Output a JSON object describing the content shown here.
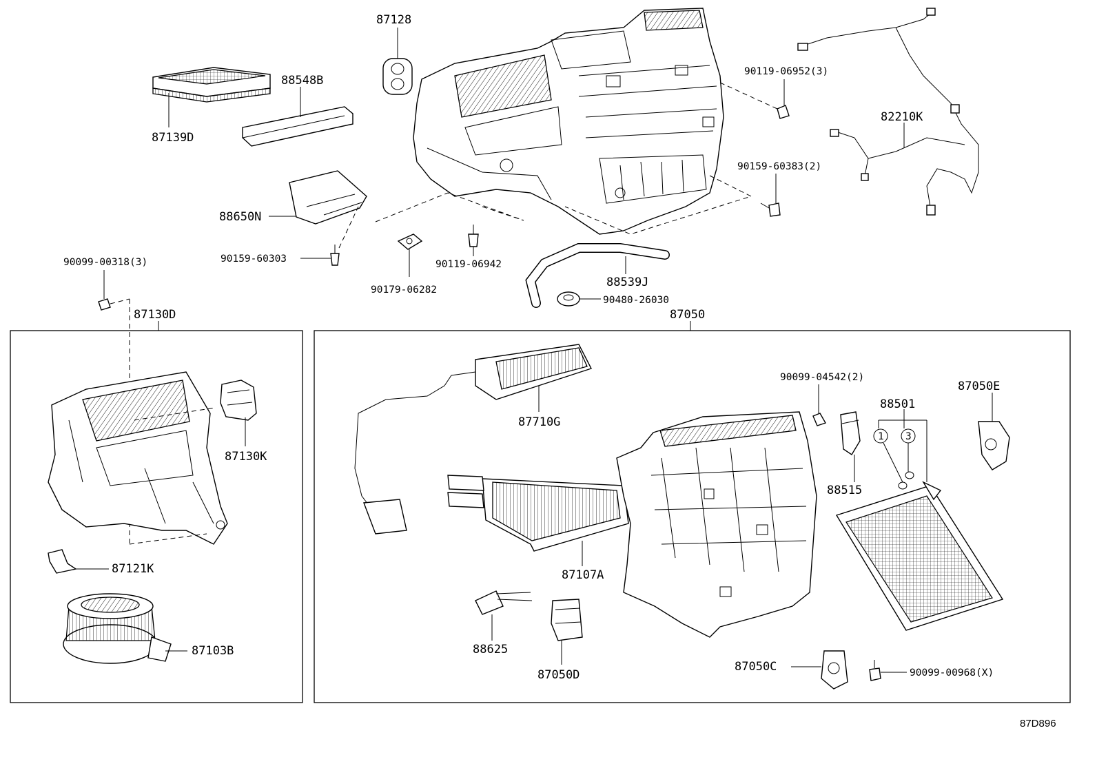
{
  "diagram_ref": "87D896",
  "groups": {
    "left_assembly": "87130D",
    "right_assembly": "87050"
  },
  "callouts": {
    "c1": "1",
    "c3": "3"
  },
  "labels": {
    "p87128": "87128",
    "p88548B": "88548B",
    "p87139D": "87139D",
    "p88650N": "88650N",
    "p90159_60303": "90159-60303",
    "p90099_00318": "90099-00318(3)",
    "p90179_06282": "90179-06282",
    "p90119_06942": "90119-06942",
    "p88539J": "88539J",
    "p90480_26030": "90480-26030",
    "p90119_06952": "90119-06952(3)",
    "p90159_60383": "90159-60383(2)",
    "p82210K": "82210K",
    "p87130K": "87130K",
    "p87121K": "87121K",
    "p87103B": "87103B",
    "p87710G": "87710G",
    "p87107A": "87107A",
    "p88625": "88625",
    "p87050D": "87050D",
    "p90099_04542": "90099-04542(2)",
    "p88501": "88501",
    "p88515": "88515",
    "p87050E": "87050E",
    "p87050C": "87050C",
    "p90099_00968": "90099-00968(X)"
  }
}
